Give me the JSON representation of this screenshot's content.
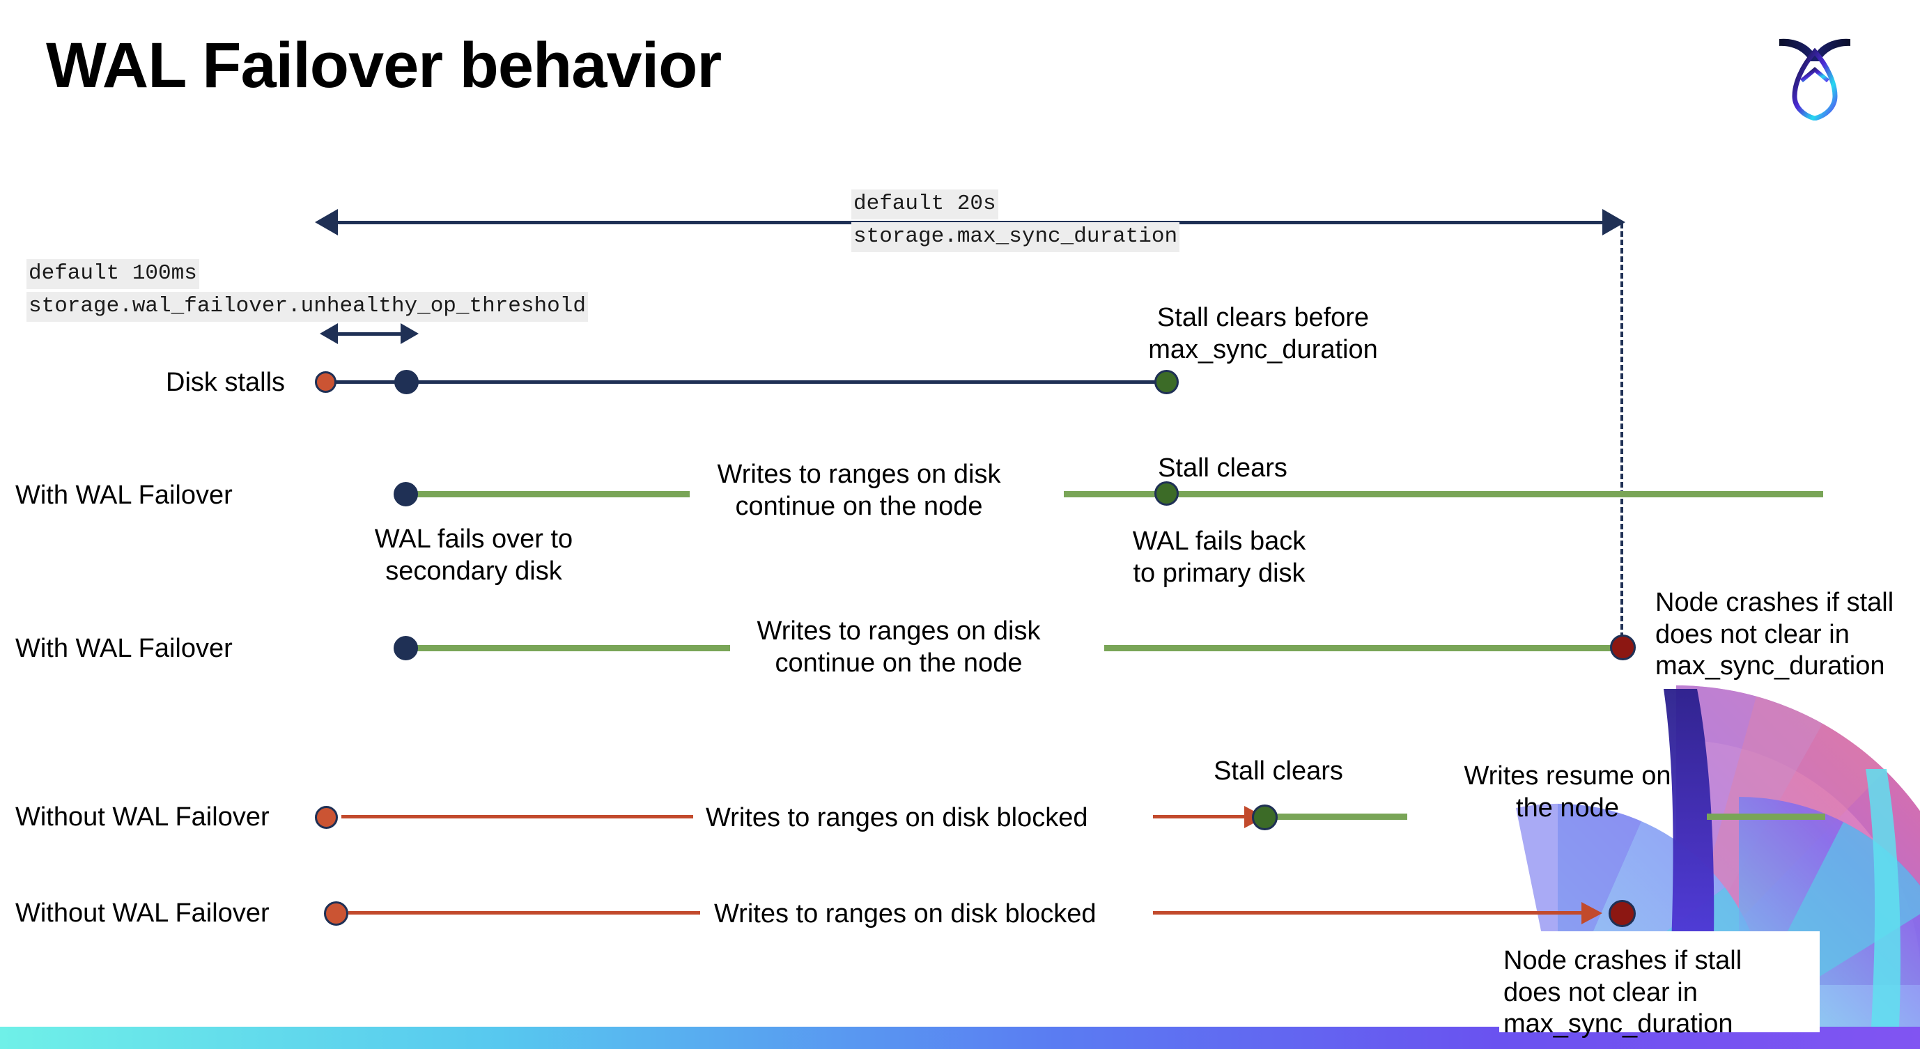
{
  "slide": {
    "title": "WAL Failover behavior",
    "logo_name": "cockroachdb-logo"
  },
  "annotations": {
    "max_sync": {
      "default": "default 20s",
      "setting": "storage.max_sync_duration"
    },
    "unhealthy": {
      "default": "default 100ms",
      "setting": "storage.wal_failover.unhealthy_op_threshold"
    }
  },
  "rows": [
    {
      "label": "Disk stalls",
      "notes": [
        "Stall clears before\nmax_sync_duration"
      ]
    },
    {
      "label": "With WAL Failover",
      "notes": [
        "Writes to ranges on disk\ncontinue on the node",
        "Stall clears",
        "WAL fails  back\nto primary disk",
        "WAL fails over to\nsecondary disk"
      ]
    },
    {
      "label": "With WAL Failover",
      "notes": [
        "Writes to ranges on disk\ncontinue on the node",
        "Node crashes if stall\ndoes not clear in\nmax_sync_duration"
      ]
    },
    {
      "label": "Without WAL Failover",
      "notes": [
        "Writes to ranges on disk  blocked",
        "Stall clears",
        "Writes resume on\nthe node"
      ]
    },
    {
      "label": "Without WAL Failover",
      "notes": [
        "Writes to ranges on disk  blocked",
        "Node crashes if stall\ndoes not clear in\nmax_sync_duration"
      ]
    }
  ],
  "colors": {
    "navy": "#1f3055",
    "green_line": "#79a557",
    "green_dot": "#3c6b27",
    "orange_dot": "#cb5433",
    "red_line": "#c24a2c",
    "dark_red_dot": "#8c1712",
    "chip_bg": "#ededed"
  }
}
